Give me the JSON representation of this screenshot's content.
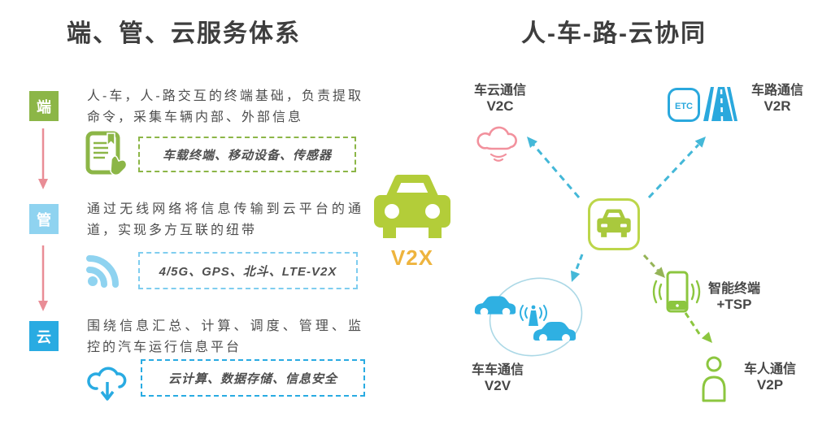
{
  "left_panel": {
    "title": "端、管、云服务体系",
    "blocks": [
      {
        "badge": "端",
        "desc": "人-车，人-路交互的终端基础，负责提取命令，采集车辆内部、外部信息",
        "examples": "车载终端、移动设备、传感器"
      },
      {
        "badge": "管",
        "desc": "通过无线网络将信息传输到云平台的通道，实现多方互联的纽带",
        "examples": "4/5G、GPS、北斗、LTE-V2X"
      },
      {
        "badge": "云",
        "desc": "围绕信息汇总、计算、调度、管理、监控的汽车运行信息平台",
        "examples": "云计算、数据存储、信息安全"
      }
    ]
  },
  "center_vehicle": {
    "label": "V2X"
  },
  "right_panel": {
    "title": "人-车-路-云协同",
    "nodes": {
      "v2c": {
        "name": "车云通信",
        "code": "V2C"
      },
      "v2r": {
        "name": "车路通信",
        "code": "V2R",
        "etc_badge": "ETC"
      },
      "v2v": {
        "name": "车车通信",
        "code": "V2V"
      },
      "tsp": {
        "name": "智能终端",
        "code": "+TSP"
      },
      "v2p": {
        "name": "车人通信",
        "code": "V2P"
      }
    }
  },
  "colors": {
    "terminal_green": "#8cb647",
    "pipe_blue": "#8fd3f0",
    "cloud_cyan": "#29abe2",
    "car_green": "#b3cd39",
    "v2x_yellow": "#eeb43e",
    "node_blue": "#2aa8dd",
    "arrow_teal": "#44b8d8",
    "arrow_green": "#8cc63f",
    "link_pink": "#e98d96",
    "text_dark": "#3e3e3e"
  }
}
